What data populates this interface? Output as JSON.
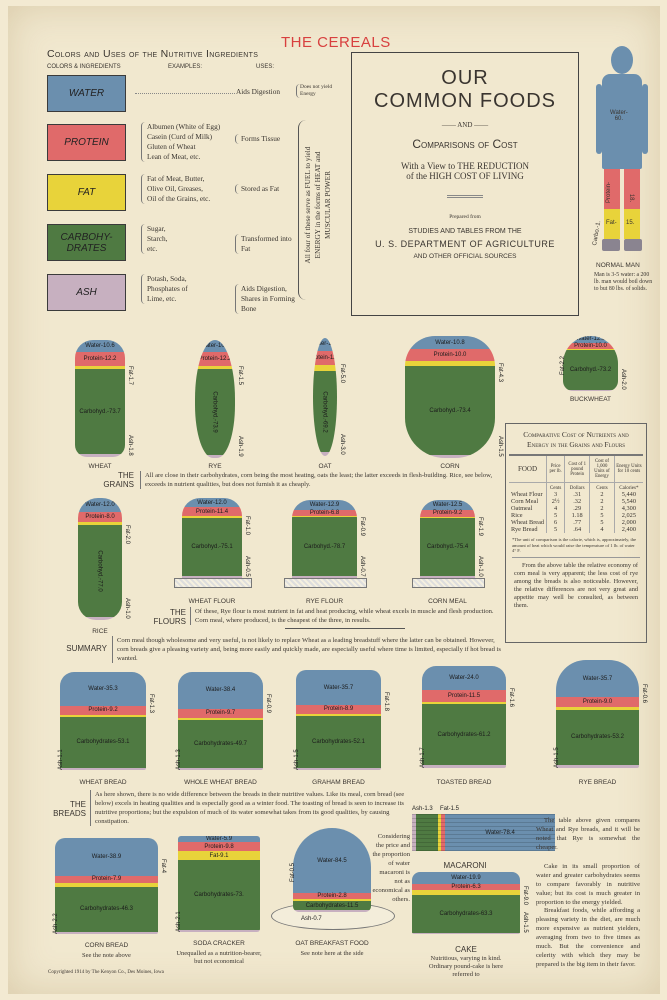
{
  "colors": {
    "water": "#6b8fae",
    "protein": "#e06a6a",
    "fat": "#e8d33a",
    "carbohydrates": "#4f7a42",
    "ash": "#c7b0c0",
    "paper": "#f1e8cf",
    "title_red": "#d8403f"
  },
  "header": {
    "section_title": "THE CEREALS",
    "legend_title": "Colors and Uses of the Nutritive Ingredients",
    "col_colors": "COLORS & INGREDIENTS",
    "col_examples": "EXAMPLES:",
    "col_uses": "USES:"
  },
  "legend": [
    {
      "name": "WATER",
      "color": "water",
      "examples": [],
      "use": "Aids Digestion",
      "note": "Does not yield Energy"
    },
    {
      "name": "PROTEIN",
      "color": "protein",
      "examples": [
        "Albumen (White of Egg)",
        "Casein (Curd of Milk)",
        "Gluten of Wheat",
        "Lean of Meat, etc."
      ],
      "use": "Forms Tissue"
    },
    {
      "name": "FAT",
      "color": "fat",
      "examples": [
        "Fat of Meat, Butter,",
        "Olive Oil, Greases,",
        "Oil of the Grains, etc."
      ],
      "use": "Stored as Fat"
    },
    {
      "name": "CARBOHY-DRATES",
      "color": "carbohydrates",
      "examples": [
        "Sugar,",
        "Starch,",
        "etc."
      ],
      "use": "Transformed into Fat"
    },
    {
      "name": "ASH",
      "color": "ash",
      "examples": [
        "Potash, Soda,",
        "Phosphates of",
        "Lime, etc."
      ],
      "use": "Aids Digestion, Shares in Forming Bone"
    }
  ],
  "fuel_note": [
    "All four of these serve as FUEL to yield",
    "ENERGY in the forms of HEAT and",
    "MUSCULAR POWER"
  ],
  "title_box": {
    "line1": "OUR",
    "line2": "COMMON FOODS",
    "and": "AND",
    "line3": "Comparisons of Cost",
    "subtitle1": "With a View to THE REDUCTION",
    "subtitle2": "of the HIGH COST OF LIVING",
    "prepared": "Prepared from",
    "src1": "STUDIES AND TABLES FROM THE",
    "src2": "U. S. DEPARTMENT OF AGRICULTURE",
    "src3": "AND OTHER OFFICIAL SOURCES"
  },
  "normal_man": {
    "label": "NORMAL MAN",
    "water": "Water-",
    "water_value": "60.",
    "protein": "Protein-",
    "protein_value": "18.",
    "fat": "Fat-",
    "fat_value": "15.",
    "carbo": "Carbo.-1.",
    "note": "Man is 3-5 water: a 200 lb. man would boil down to but 80 lbs. of solids."
  },
  "foods": [
    {
      "id": "wheat",
      "name": "WHEAT",
      "values": {
        "water": 10.6,
        "protein": 12.2,
        "fat": 1.7,
        "carbohydrates": 73.7,
        "ash": 1.8
      },
      "labels": {
        "water": "Water-10.6",
        "protein": "Protein-12.2",
        "fat": "Fat-1.7",
        "carbohydrates": "Carbohyd.-73.7",
        "ash": "Ash-1.8"
      }
    },
    {
      "id": "rye",
      "name": "RYE",
      "values": {
        "water": 10.5,
        "protein": 12.2,
        "fat": 1.5,
        "carbohydrates": 73.9,
        "ash": 1.9
      },
      "labels": {
        "water": "Water-10.5",
        "protein": "Protein-12.2",
        "fat": "Fat-1.5",
        "carbohydrates": "Carbohyd.-73.9",
        "ash": "Ash-1.9"
      }
    },
    {
      "id": "oat",
      "name": "OAT",
      "values": {
        "water": 11.0,
        "protein": 11.8,
        "fat": 5.0,
        "carbohydrates": 69.2,
        "ash": 3.0
      },
      "labels": {
        "water": "Water-11.0",
        "protein": "Protein-11.8",
        "fat": "Fat-5.0",
        "carbohydrates": "Carbohyd.-69.2",
        "ash": "Ash-3.0"
      }
    },
    {
      "id": "corn",
      "name": "CORN",
      "values": {
        "water": 10.8,
        "protein": 10.0,
        "fat": 4.3,
        "carbohydrates": 73.4,
        "ash": 1.5
      },
      "labels": {
        "water": "Water-10.8",
        "protein": "Protein-10.0",
        "fat": "Fat-4.3",
        "carbohydrates": "Carbohyd.-73.4",
        "ash": "Ash-1.5"
      }
    },
    {
      "id": "buckwheat",
      "name": "BUCKWHEAT",
      "values": {
        "water": 12.6,
        "protein": 10.0,
        "fat": 2.2,
        "carbohydrates": 73.2,
        "ash": 2.0
      },
      "labels": {
        "water": "Water-12.6",
        "protein": "Protein-10.0",
        "fat": "Fat-2.2",
        "carbohydrates": "Carbohyd.-73.2",
        "ash": "Ash-2.0"
      }
    },
    {
      "id": "rice",
      "name": "RICE",
      "values": {
        "water": 12.0,
        "protein": 8.0,
        "fat": 2.0,
        "carbohydrates": 77.0,
        "ash": 1.0
      },
      "labels": {
        "water": "Water-12.0",
        "protein": "Protein-8.0",
        "fat": "Fat-2.0",
        "carbohydrates": "Carbohyd.-77.0",
        "ash": "Ash-1.0"
      }
    },
    {
      "id": "wheat-flour",
      "name": "WHEAT FLOUR",
      "values": {
        "water": 12.0,
        "protein": 11.4,
        "fat": 1.0,
        "carbohydrates": 75.1,
        "ash": 0.5
      },
      "labels": {
        "water": "Water-12.0",
        "protein": "Protein-11.4",
        "fat": "Fat-1.0",
        "carbohydrates": "Carbohyd.-75.1",
        "ash": "Ash-0.5"
      }
    },
    {
      "id": "rye-flour",
      "name": "RYE FLOUR",
      "values": {
        "water": 12.9,
        "protein": 6.8,
        "fat": 0.9,
        "carbohydrates": 78.7,
        "ash": 0.7
      },
      "labels": {
        "water": "Water-12.9",
        "protein": "Protein-6.8",
        "fat": "Fat-0.9",
        "carbohydrates": "Carbohyd.-78.7",
        "ash": "Ash-0.7"
      }
    },
    {
      "id": "corn-meal",
      "name": "CORN MEAL",
      "values": {
        "water": 12.5,
        "protein": 9.2,
        "fat": 1.9,
        "carbohydrates": 75.4,
        "ash": 1.0
      },
      "labels": {
        "water": "Water-12.5",
        "protein": "Protein-9.2",
        "fat": "Fat-1.9",
        "carbohydrates": "Carbohyd.-75.4",
        "ash": "Ash-1.0"
      }
    },
    {
      "id": "wheat-bread",
      "name": "WHEAT BREAD",
      "values": {
        "water": 35.3,
        "protein": 9.2,
        "fat": 1.3,
        "carbohydrates": 53.1,
        "ash": 1.1
      },
      "labels": {
        "water": "Water-35.3",
        "protein": "Protein-9.2",
        "fat": "Fat-1.3",
        "carbohydrates": "Carbohydrates-53.1",
        "ash": "Ash-1.1"
      }
    },
    {
      "id": "whole-wheat-bread",
      "name": "WHOLE WHEAT BREAD",
      "values": {
        "water": 38.4,
        "protein": 9.7,
        "fat": 0.9,
        "carbohydrates": 49.7,
        "ash": 1.3
      },
      "labels": {
        "water": "Water-38.4",
        "protein": "Protein-9.7",
        "fat": "Fat-0.9",
        "carbohydrates": "Carbohydrates-49.7",
        "ash": "Ash-1.3"
      }
    },
    {
      "id": "graham-bread",
      "name": "GRAHAM BREAD",
      "values": {
        "water": 35.7,
        "protein": 8.9,
        "fat": 1.8,
        "carbohydrates": 52.1,
        "ash": 1.5
      },
      "labels": {
        "water": "Water-35.7",
        "protein": "Protein-8.9",
        "fat": "Fat-1.8",
        "carbohydrates": "Carbohydrates-52.1",
        "ash": "Ash-1.5"
      }
    },
    {
      "id": "toasted-bread",
      "name": "TOASTED BREAD",
      "values": {
        "water": 24.0,
        "protein": 11.5,
        "fat": 1.6,
        "carbohydrates": 61.2,
        "ash": 1.7
      },
      "labels": {
        "water": "Water-24.0",
        "protein": "Protein-11.5",
        "fat": "Fat-1.6",
        "carbohydrates": "Carbohydrates-61.2",
        "ash": "Ash-1.7"
      }
    },
    {
      "id": "rye-bread",
      "name": "RYE BREAD",
      "values": {
        "water": 35.7,
        "protein": 9.0,
        "fat": 0.6,
        "carbohydrates": 53.2,
        "ash": 1.5
      },
      "labels": {
        "water": "Water-35.7",
        "protein": "Protein-9.0",
        "fat": "Fat-0.6",
        "carbohydrates": "Carbohydrates-53.2",
        "ash": "Ash-1.5"
      }
    },
    {
      "id": "corn-bread",
      "name": "CORN BREAD",
      "note": "See the note above",
      "values": {
        "water": 38.9,
        "protein": 7.9,
        "fat": 4,
        "carbohydrates": 46.3,
        "ash": 2.2
      },
      "labels": {
        "water": "Water-38.9",
        "protein": "Protein-7.9",
        "fat": "Fat-4",
        "carbohydrates": "Carbohydrates-46.3",
        "ash": "Ash-2.2"
      }
    },
    {
      "id": "soda-cracker",
      "name": "SODA CRACKER",
      "note": "Unequalled as a nutrition-bearer, but not economical",
      "values": {
        "water": 5.9,
        "protein": 9.8,
        "fat": 9.1,
        "carbohydrates": 73,
        "ash": 2.1
      },
      "labels": {
        "water": "Water-5.9",
        "protein": "Protein-9.8",
        "fat": "Fat-9.1",
        "carbohydrates": "Carbohydrates-73.",
        "ash": "Ash-2.1"
      }
    },
    {
      "id": "oat-breakfast-food",
      "name": "OAT BREAKFAST FOOD",
      "note": "See note here at the side",
      "values": {
        "water": 84.5,
        "protein": 2.8,
        "fat": 0.5,
        "carbohydrates": 11.5,
        "ash": 0.7
      },
      "labels": {
        "water": "Water-84.5",
        "protein": "Protein-2.8",
        "fat": "Fat-0.5",
        "carbohydrates": "Carbohydrates-11.5",
        "ash": "Ash-0.7"
      }
    },
    {
      "id": "macaroni",
      "name": "MACARONI",
      "values": {
        "water": 78.4,
        "protein": 3.0,
        "fat": 1.5,
        "carbohydrates": 15.8,
        "ash": 1.3
      },
      "labels": {
        "water": "Water-78.4",
        "fat": "Fat-1.5",
        "ash": "Ash-1.3"
      }
    },
    {
      "id": "cake",
      "name": "CAKE",
      "note": "Nutritious, varying in kind. Ordinary pound-cake is here referred to",
      "values": {
        "water": 19.9,
        "protein": 6.3,
        "fat": 9.0,
        "carbohydrates": 63.3,
        "ash": 1.5
      },
      "labels": {
        "water": "Water-19.9",
        "protein": "Protein-6.3",
        "fat": "Fat-9.0",
        "carbohydrates": "Carbohydrates-63.3",
        "ash": "Ash-1.5"
      }
    }
  ],
  "texts": {
    "grains_head": "THE GRAINS",
    "grains": "All are close in their carbohydrates, corn being the most heating, oats the least; the latter exceeds in flesh-building. Rice, see below, exceeds in nutrient qualities, but does not furnish it as cheaply.",
    "flours_head": "THE FLOURS",
    "flours": "Of these, Rye flour is most nutrient in fat and heat producing, while wheat excels in muscle and flesh production. Corn meal, where produced, is the cheapest of the three, in results.",
    "summary_head": "SUMMARY",
    "summary": "Corn meal though wholesome and very useful, is not likely to replace Wheat as a leading breadstuff where the latter can be obtained. However, corn breads give a pleasing variety and, being more easily and quickly made, are especially useful where time is limited, especially if hot bread is wanted.",
    "breads_head": "THE BREADS",
    "breads": "As here shown, there is no wide difference between the breads in their nutritive values. Like its meal, corn bread (see below) excels in heating qualities and is especially good as a winter food. The toasting of bread is seen to increase its nutritive proportions; but the expulsion of much of its water somewhat takes from its good qualities, by causing constipation.",
    "macaroni_note": "Considering the price and the proportion of water macaroni is not as economical as others.",
    "side_text_1": "The table above given compares Wheat and Rye breads, and it will be noted that Rye is somewhat the cheaper.",
    "side_text_2": "Cake in its small proportion of water and greater carbohydrates seems to compare favorably in nutritive value; but its cost is much greater in proportion to the energy yielded.",
    "side_text_3": "Breakfast foods, while affording a pleasing variety in the diet, are much more expensive as nutrient yielders, averaging from two to five times as much. But the convenience and celerity with which they may be prepared is the big item in their favor.",
    "copyright": "Copyrighted 1914 by The Kenyon Co., Des Moines, Iowa"
  },
  "cost_table": {
    "title": "Comparative Cost of Nutrients and Energy in the Grains and Flours",
    "headers": [
      "FOOD",
      "Price per lb.",
      "Cost of 1 pound Protein",
      "Cost of 1,000 Units of Energy",
      "Energy Units for 10 cents"
    ],
    "units": [
      "",
      "Cents",
      "Dollars",
      "Cents",
      "Calories*"
    ],
    "rows": [
      [
        "Wheat Flour",
        "3",
        ".31",
        "2",
        "5,440"
      ],
      [
        "Corn Meal",
        "2½",
        ".32",
        "2",
        "5,540"
      ],
      [
        "Oatmeal",
        "4",
        ".29",
        "2",
        "4,300"
      ],
      [
        "Rice",
        "5",
        "1.18",
        "5",
        "2,025"
      ],
      [
        "Wheat Bread",
        "6",
        ".77",
        "5",
        "2,000"
      ],
      [
        "Rye Bread",
        "5",
        ".64",
        "4",
        "2,400"
      ]
    ],
    "footnote": "*The unit of comparison is the calorie, which is, approximately, the amount of heat which would raise the temperature of 1 lb. of water 4° F.",
    "summary": "From the above table the relative economy of corn meal is very apparent; the less cost of rye among the breads is also noticeable. However, the relative differences are not very great and appetite may well be consulted, as between them."
  }
}
